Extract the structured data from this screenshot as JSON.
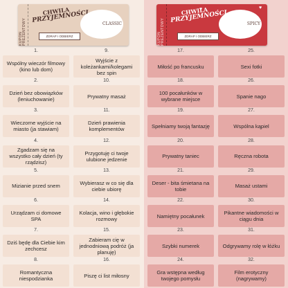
{
  "tickets": {
    "classic": {
      "stub": "KUPON PREZENTOWY",
      "title_line1": "CHWILA",
      "title_line2": "PRZYJEMNOŚCI",
      "banner": "ZDRAP I ODBIERZ",
      "label": "CLASSIC"
    },
    "spicy": {
      "stub": "KUPON PREZENTOWY",
      "title_line1": "CHWILA",
      "title_line2": "PRZYJEMNOŚCI",
      "banner": "ZDRAP I ODBIERZ",
      "label": "SPICY"
    }
  },
  "columns": [
    {
      "theme": "classic",
      "items": [
        {
          "n": "1.",
          "text": "Wspólny wieczór filmowy (kino lub dom)"
        },
        {
          "n": "2.",
          "text": "Dzień bez obowiązków (leniuchowanie)"
        },
        {
          "n": "3.",
          "text": "Wieczorne wyjście na miasto (ja stawiam)"
        },
        {
          "n": "4.",
          "text": "Zgadzam się na wszystko cały dzień (ty rządzisz)"
        },
        {
          "n": "5.",
          "text": "Mizianie przed snem"
        },
        {
          "n": "6.",
          "text": "Urządzam ci domowe SPA"
        },
        {
          "n": "7.",
          "text": "Dziś będę dla Ciebie kim zechcesz"
        },
        {
          "n": "8.",
          "text": "Romantyczna niespodzianka"
        }
      ]
    },
    {
      "theme": "classic",
      "items": [
        {
          "n": "9.",
          "text": "Wyjście z koleżankami/kolegami bez spin"
        },
        {
          "n": "10.",
          "text": "Prywatny masaż"
        },
        {
          "n": "11.",
          "text": "Dzień prawienia komplementów"
        },
        {
          "n": "12.",
          "text": "Przygotuję ci twoje ulubione jedzenie"
        },
        {
          "n": "13.",
          "text": "Wybierasz w co się dla ciebie ubiorę"
        },
        {
          "n": "14.",
          "text": "Kolacja, wino i głębokie rozmowy"
        },
        {
          "n": "15.",
          "text": "Zabieram cię w jednodniową podróż (ja planuję)"
        },
        {
          "n": "16.",
          "text": "Piszę ci list miłosny"
        }
      ]
    },
    {
      "theme": "spicy",
      "items": [
        {
          "n": "17.",
          "text": "Miłość po francusku"
        },
        {
          "n": "18.",
          "text": "100 pocałunków w wybrane miejsce"
        },
        {
          "n": "19.",
          "text": "Spełniamy twoją fantazję"
        },
        {
          "n": "20.",
          "text": "Prywatny taniec"
        },
        {
          "n": "21.",
          "text": "Deser - bita śmietana na tobie"
        },
        {
          "n": "22.",
          "text": "Namiętny pocałunek"
        },
        {
          "n": "23.",
          "text": "Szybki numerek"
        },
        {
          "n": "24.",
          "text": "Gra wstępna według twojego pomysłu"
        }
      ]
    },
    {
      "theme": "spicy",
      "items": [
        {
          "n": "25.",
          "text": "Sexi fotki"
        },
        {
          "n": "26.",
          "text": "Spanie nago"
        },
        {
          "n": "27.",
          "text": "Wspólna kąpiel"
        },
        {
          "n": "28.",
          "text": "Ręczna robota"
        },
        {
          "n": "29.",
          "text": "Masaż ustami"
        },
        {
          "n": "30.",
          "text": "Pikantne wiadomości w ciągu dnia"
        },
        {
          "n": "31.",
          "text": "Odgrywamy rolę w łóżku"
        },
        {
          "n": "32.",
          "text": "Film erotyczny (nagrywamy)"
        }
      ]
    }
  ]
}
